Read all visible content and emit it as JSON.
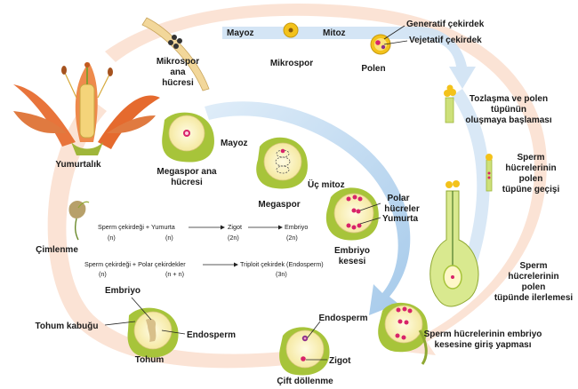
{
  "labels": {
    "mayoz_top": "Mayoz",
    "mitoz_top": "Mitoz",
    "mikrospor_ana_1": "Mikrospor",
    "mikrospor_ana_2": "ana",
    "mikrospor_ana_3": "hücresi",
    "mikrospor": "Mikrospor",
    "polen": "Polen",
    "generatif": "Generatif çekirdek",
    "vejetatif": "Vejetatif çekirdek",
    "tozlasma_1": "Tozlaşma ve polen",
    "tozlasma_2": "tüpünün",
    "tozlasma_3": "oluşmaya başlaması",
    "sperm_gecis_1": "Sperm",
    "sperm_gecis_2": "hücrelerinin",
    "sperm_gecis_3": "polen",
    "sperm_gecis_4": "tüpüne geçişi",
    "sperm_ilerleme_1": "Sperm",
    "sperm_ilerleme_2": "hücrelerinin",
    "sperm_ilerleme_3": "polen",
    "sperm_ilerleme_4": "tüpünde ilerlemesi",
    "embriyo_giris_1": "Sperm hücrelerinin embriyo",
    "embriyo_giris_2": "kesesine giriş yapması",
    "yumurtalik": "Yumurtalık",
    "megaspor_ana_1": "Megaspor ana",
    "megaspor_ana_2": "hücresi",
    "mayoz_mid": "Mayoz",
    "megaspor": "Megaspor",
    "uc_mitoz": "Üç mitoz",
    "polar_1": "Polar",
    "polar_2": "hücreler",
    "yumurta": "Yumurta",
    "embriyo_kesesi_1": "Embriyo",
    "embriyo_kesesi_2": "kesesi",
    "cimlenme": "Çimlenme",
    "embriyo": "Embriyo",
    "tohum_kabugu": "Tohum kabuğu",
    "endosperm_left": "Endosperm",
    "tohum": "Tohum",
    "endosperm_right": "Endosperm",
    "zigot": "Zigot",
    "cift_dollenme": "Çift döllenme"
  },
  "equations": {
    "eq1": {
      "left": "Sperm çekirdeği + Yumurta",
      "left_ploidy_a": "(n)",
      "left_ploidy_b": "(n)",
      "mid": "Zigot",
      "mid_ploidy": "(2n)",
      "right": "Embriyo",
      "right_ploidy": "(2n)"
    },
    "eq2": {
      "left": "Sperm çekirdeği + Polar çekirdekler",
      "left_ploidy_a": "(n)",
      "left_ploidy_b": "(n + n)",
      "right": "Triploit çekirdek (Endosperm)",
      "right_ploidy": "(3n)"
    }
  },
  "colors": {
    "outer_arrow": "#f8d9c6",
    "inner_arrow": "#b9d6ef",
    "cell_green": "#a7c43a",
    "cell_fill": "#fff7c8",
    "nucleus": "#d8236a",
    "petal": "#e8743b",
    "pollen": "#f3c21b"
  }
}
